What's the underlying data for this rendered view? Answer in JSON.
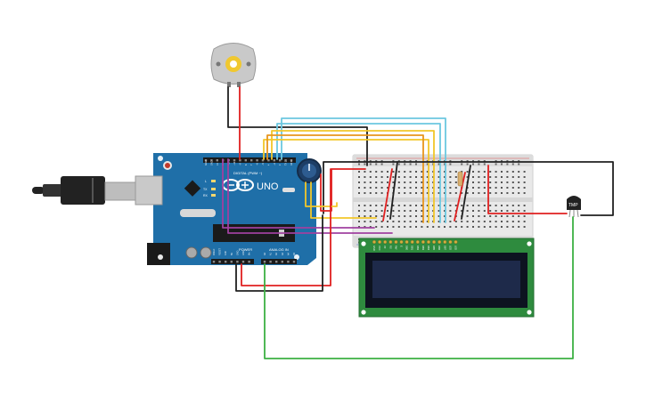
{
  "arduino": {
    "logo": "UNO",
    "digital_header": "DIGITAL (PWM ~)",
    "power_header": "POWER",
    "analog_header": "ANALOG IN",
    "led_labels": [
      "L",
      "TX",
      "RX"
    ],
    "digital_pins": [
      "AREF",
      "GND",
      "13",
      "12",
      "~11",
      "~10",
      "~9",
      "8",
      "7",
      "~6",
      "~5",
      "4",
      "~3",
      "2",
      "TX 1",
      "RX 0"
    ],
    "power_pins": [
      "IOREF",
      "RESET",
      "3.3V",
      "5V",
      "GND",
      "GND",
      "Vin"
    ],
    "analog_pins": [
      "A0",
      "A1",
      "A2",
      "A3",
      "A4",
      "A5"
    ]
  },
  "sensor": {
    "label": "TMP"
  },
  "lcd": {
    "pin_labels": [
      "GND",
      "VCC",
      "V0",
      "RS",
      "RW",
      "E",
      "DB0",
      "DB1",
      "DB2",
      "DB3",
      "DB4",
      "DB5",
      "DB6",
      "DB7",
      "LED",
      "LED"
    ]
  },
  "colors": {
    "board": "#1f6fa8",
    "lcd_pcb": "#2e8b3e",
    "lcd_screen": "#1e2a4a",
    "wire_red": "#e02020",
    "wire_black": "#202020",
    "wire_green": "#3cb043",
    "wire_orange": "#e8951c",
    "wire_yellow": "#f2c72a",
    "wire_cyan": "#6cc8e0",
    "wire_purple": "#a040a0"
  }
}
